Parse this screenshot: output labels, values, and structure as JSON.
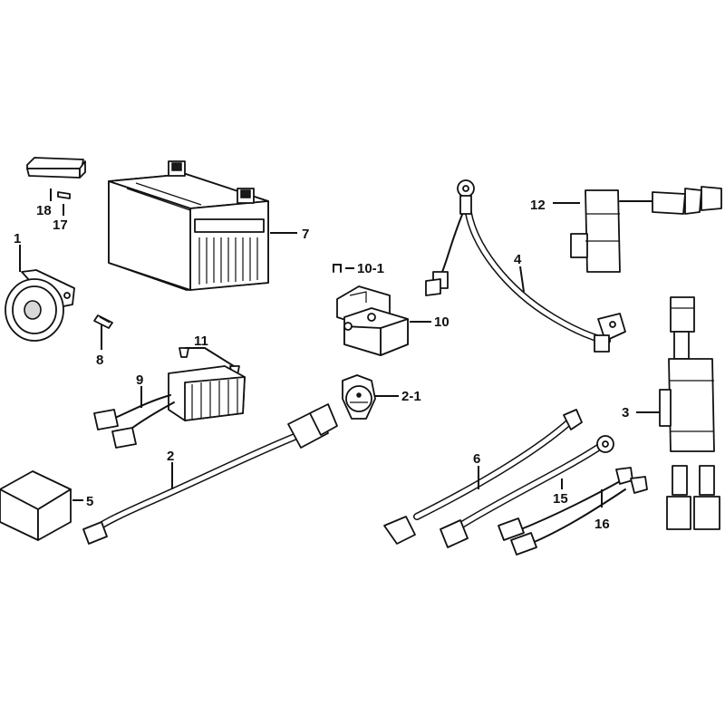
{
  "callouts": {
    "c1": "1",
    "c2": "2",
    "c2_1": "2-1",
    "c3": "3",
    "c4": "4",
    "c5": "5",
    "c6": "6",
    "c7": "7",
    "c8": "8",
    "c9": "9",
    "c10": "10",
    "c10_1": "10-1",
    "c11": "11",
    "c12": "12",
    "c15": "15",
    "c16": "16",
    "c17": "17",
    "c18": "18"
  }
}
